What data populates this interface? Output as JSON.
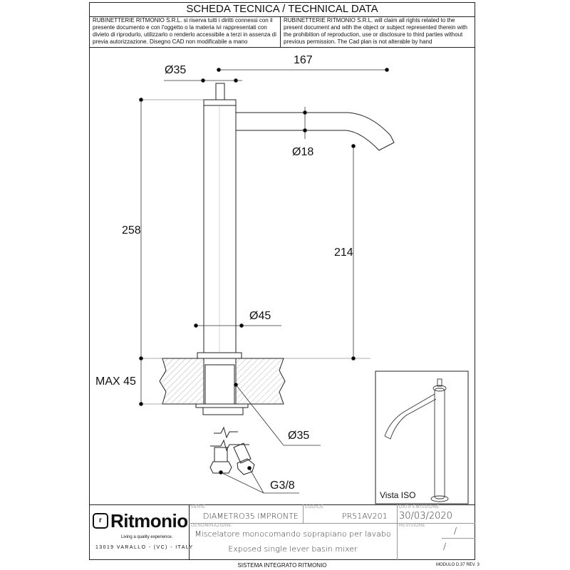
{
  "header": {
    "title": "SCHEDA TECNICA / TECHNICAL DATA",
    "note_it": "RUBINETTERIE RITMONIO S.R.L. si riserva tutti i diritti connessi con il presente documento e con l'oggetto o la materia ivi rappresentati con divieto di riprodurlo, utilizzarlo o renderlo accessibile a terzi in assenza di previa autorizzazione. Disegno CAD non modificabile a mano",
    "note_en": "RUBINETTERIE RITMONIO S.R.L. will claim all rights related to the present document and with the object or subject represented therein with the prohibition  of reproduction, use or disclosure to third parties without previous permission.  The Cad plan is not alterable by hand"
  },
  "dimensions": {
    "top_diameter": "Ø35",
    "spout_length": "167",
    "spout_diameter": "Ø18",
    "height": "258",
    "spout_height": "214",
    "base_diameter": "Ø45",
    "max_thickness": "MAX 45",
    "hole_diameter": "Ø35",
    "connection": "G3/8"
  },
  "iso_view": {
    "label": "Vista ISO"
  },
  "title_block": {
    "logo": "Ritmonio",
    "tagline": "Living a quality experience.",
    "address": "13019 VARALLO - (VC) - ITALY",
    "serie_label": "SERIE",
    "serie": "DIAMETRO35  IMPRONTE",
    "codice_label": "CODICE",
    "codice": "PR51AV201",
    "data_label": "DATA EMISSIONE",
    "data": "30/03/2020",
    "denominazione_label": "DENOMINAZIONE",
    "denominazione_it": "Miscelatore monocomando soprapiano per lavabo",
    "denominazione_en": "Exposed single lever basin mixer",
    "revisione_label": "REVISIONE",
    "revisione": "/",
    "revisione2": "/"
  },
  "footer": {
    "system": "SISTEMA INTEGRATO RITMONIO",
    "module": "MODULO D.37 REV. 3"
  }
}
